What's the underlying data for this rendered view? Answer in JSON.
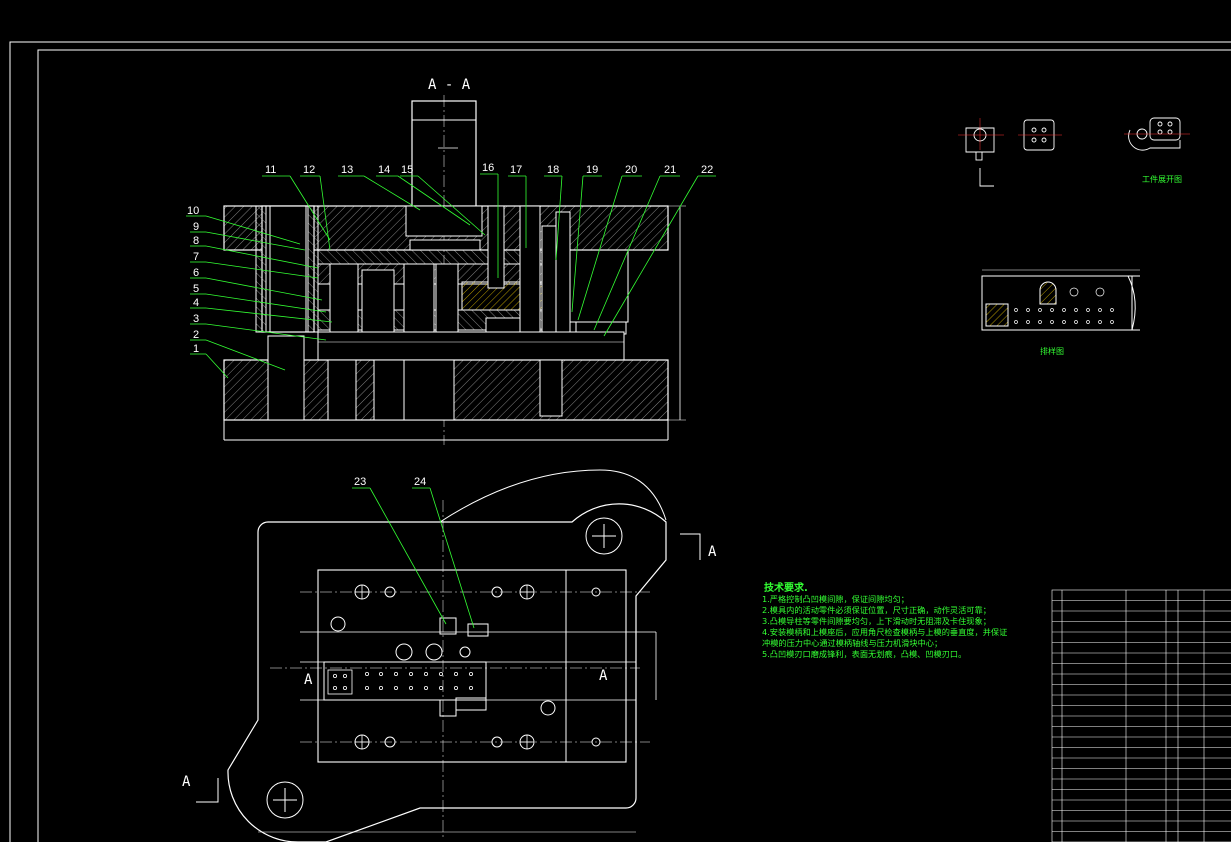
{
  "section": {
    "main_title": "A - A",
    "cut_marker": "A"
  },
  "part_numbers_top": [
    "11",
    "12",
    "13",
    "14",
    "15",
    "16",
    "17",
    "18",
    "19",
    "20",
    "21",
    "22"
  ],
  "part_numbers_left": [
    "10",
    "9",
    "8",
    "7",
    "6",
    "5",
    "4",
    "3",
    "2",
    "1"
  ],
  "part_numbers_plan": [
    "23",
    "24"
  ],
  "captions": {
    "workpiece": "工件展开图",
    "strip_layout": "排样图"
  },
  "tech_requirements": {
    "title": "技术要求.",
    "items": [
      "1.严格控制凸凹模间隙，保证间隙均匀；",
      "2.模具内的活动零件必须保证位置，尺寸正确，动作灵活可靠；",
      "3.凸模导柱等零件间隙要均匀，上下滑动时无阻滞及卡住现象；",
      "4.安装模柄和上模座后，应用角尺检查模柄与上模的垂直度，并保证",
      "冲模的压力中心通过模柄轴线与压力机滑块中心；",
      "5.凸凹模刃口磨成锋利，表面无划痕，凸模、凹模刃口。"
    ]
  },
  "colors": {
    "background": "#000000",
    "outline": "#ffffff",
    "leader": "#33ff33",
    "hatch": "#c8c8c8",
    "text_green": "#33ff33"
  }
}
